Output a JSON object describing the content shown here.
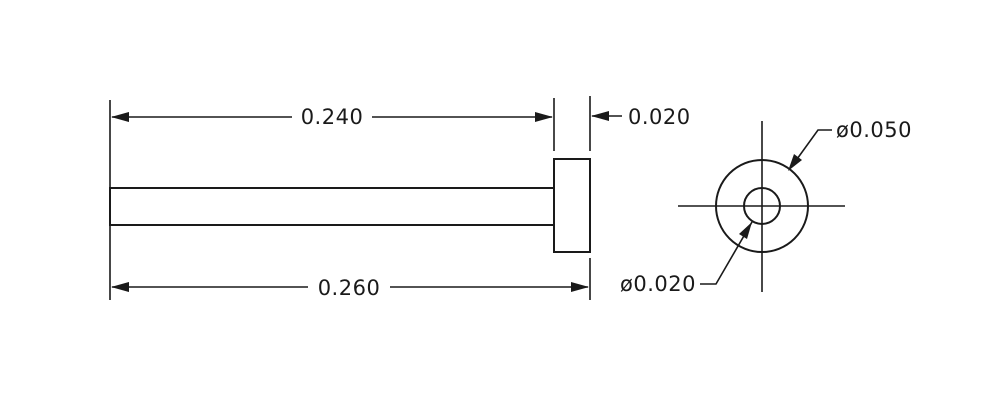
{
  "drawing": {
    "dimensions": {
      "shaft_length": "0.240",
      "head_thickness": "0.020",
      "overall_length": "0.260",
      "outer_diameter": "ø0.050",
      "inner_diameter": "ø0.020"
    }
  }
}
